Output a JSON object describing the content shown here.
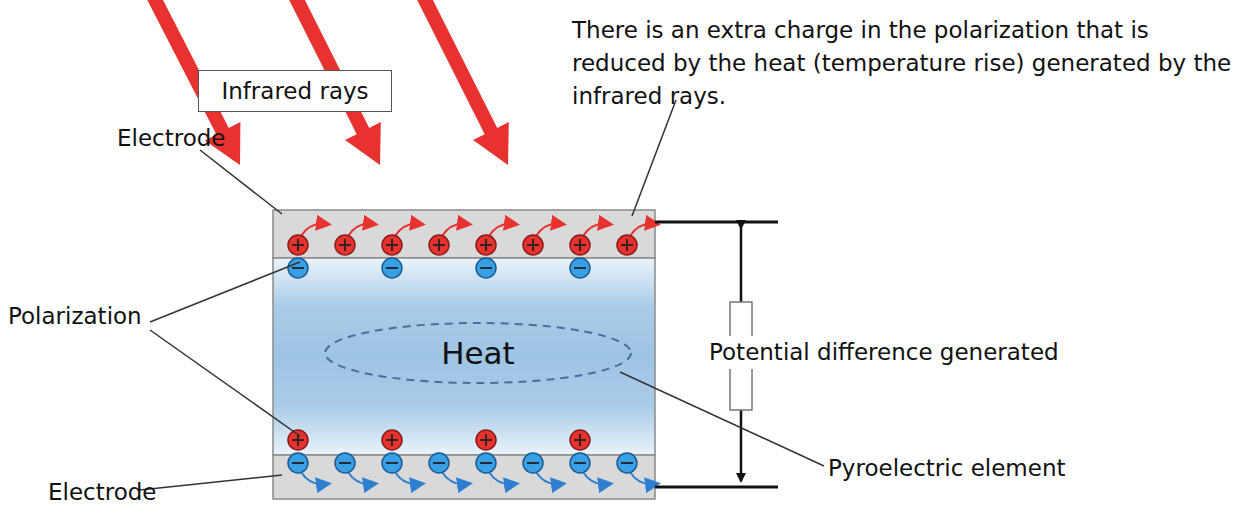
{
  "diagram": {
    "nodes": [
      {
        "text": [
          "Infrared rays"
        ]
      },
      {
        "text": [
          "Heat"
        ]
      }
    ],
    "labels": [
      "Electrode",
      "There is an extra charge in the polarization that is reduced by the heat (temperature rise) generated by the infrared rays.",
      "Polarization",
      "Potential difference generated",
      "Pyroelectric element",
      "Electrode"
    ]
  }
}
